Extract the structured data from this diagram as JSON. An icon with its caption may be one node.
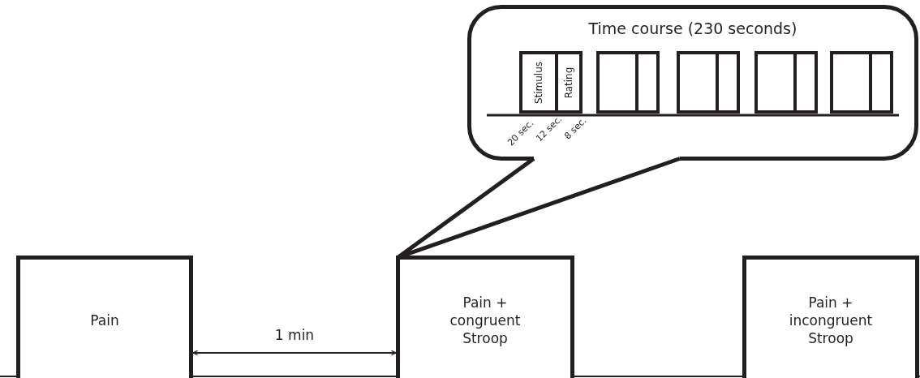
{
  "diagram": {
    "nodes": [
      {
        "text": [
          "Pain"
        ]
      },
      {
        "text": [
          "Pain + congruent Stroop"
        ]
      },
      {
        "text": [
          "Pain + incongruent Stroop"
        ]
      },
      {
        "text": [
          "Time course (230 seconds)"
        ]
      },
      {
        "text": [
          "Stimulus"
        ],
        "in": 3
      },
      {
        "text": [
          "Rating"
        ],
        "in": 3
      },
      {
        "text": [],
        "shape": "box",
        "in": 3
      },
      {
        "text": [],
        "shape": "box",
        "in": 3
      },
      {
        "text": [],
        "shape": "box",
        "in": 3
      },
      {
        "text": [],
        "shape": "box",
        "in": 3
      },
      {
        "text": [],
        "shape": "box",
        "in": 3
      },
      {
        "text": [],
        "shape": "box",
        "in": 3
      },
      {
        "text": [],
        "shape": "box",
        "in": 3
      },
      {
        "text": [],
        "shape": "box",
        "in": 3
      }
    ],
    "edges": [
      {
        "from": 0,
        "to": 1,
        "arrow": "both",
        "label": "1 min"
      },
      {
        "from": 3,
        "to": 1,
        "arrow": "none",
        "style": "thick"
      }
    ],
    "labels": [
      "20 sec.",
      "12 sec.",
      "8 sec."
    ]
  }
}
